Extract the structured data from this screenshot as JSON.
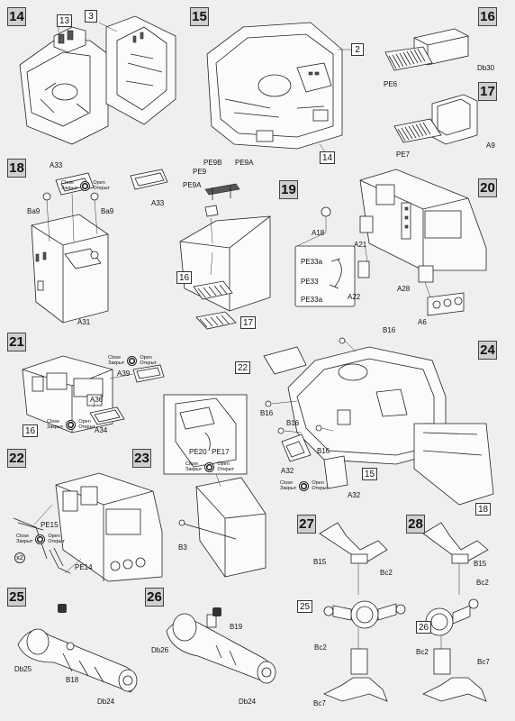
{
  "legend": {
    "close_en": "Close",
    "close_ru": "Закрыт",
    "open_en": "Open",
    "open_ru": "Открыт"
  },
  "steps": {
    "s14": {
      "num": "14",
      "refs": [
        "13",
        "3"
      ]
    },
    "s15": {
      "num": "15",
      "refs": [
        "2",
        "14"
      ]
    },
    "s16": {
      "num": "16",
      "labels": [
        "PE6",
        "Db30"
      ]
    },
    "s17": {
      "num": "17",
      "labels": [
        "PE7",
        "A9"
      ]
    },
    "s18": {
      "num": "18",
      "labels": [
        "A33",
        "Ba9",
        "Ba9",
        "A33",
        "A31"
      ]
    },
    "s19": {
      "num": "19",
      "labels": [
        "PE9B",
        "PE9",
        "PE9A",
        "PE9A",
        "A18",
        "PE33a",
        "PE33",
        "PE33a"
      ],
      "refs": [
        "16",
        "17"
      ]
    },
    "s20": {
      "num": "20",
      "labels": [
        "A21",
        "A22",
        "A28",
        "A6"
      ]
    },
    "s21": {
      "num": "21",
      "labels": [
        "A39",
        "A36",
        "A34"
      ],
      "refs": [
        "16"
      ]
    },
    "s22a": {
      "num": "22"
    },
    "s23": {
      "num": "23",
      "labels": [
        "PE20",
        "PE17",
        "B3"
      ]
    },
    "s24": {
      "num": "24",
      "labels": [
        "B16",
        "B16",
        "B16",
        "B16",
        "A32",
        "A32"
      ],
      "refs": [
        "22",
        "15",
        "18"
      ]
    },
    "s22b": {
      "num": "22",
      "labels": [
        "PE15",
        "PE14"
      ],
      "qty": "x2"
    },
    "s25": {
      "num": "25",
      "labels": [
        "Db25",
        "B18",
        "Db24"
      ]
    },
    "s26": {
      "num": "26",
      "labels": [
        "Db26",
        "B19",
        "Db24"
      ]
    },
    "s27": {
      "num": "27",
      "labels": [
        "B15",
        "Bc2",
        "Bc2",
        "Bc7"
      ],
      "refs": [
        "25"
      ]
    },
    "s28": {
      "num": "28",
      "labels": [
        "B15",
        "Bc2",
        "Bc2",
        "Bc7"
      ],
      "refs": [
        "26"
      ]
    }
  },
  "icons": {
    "paint_marker": "paint-icon"
  }
}
